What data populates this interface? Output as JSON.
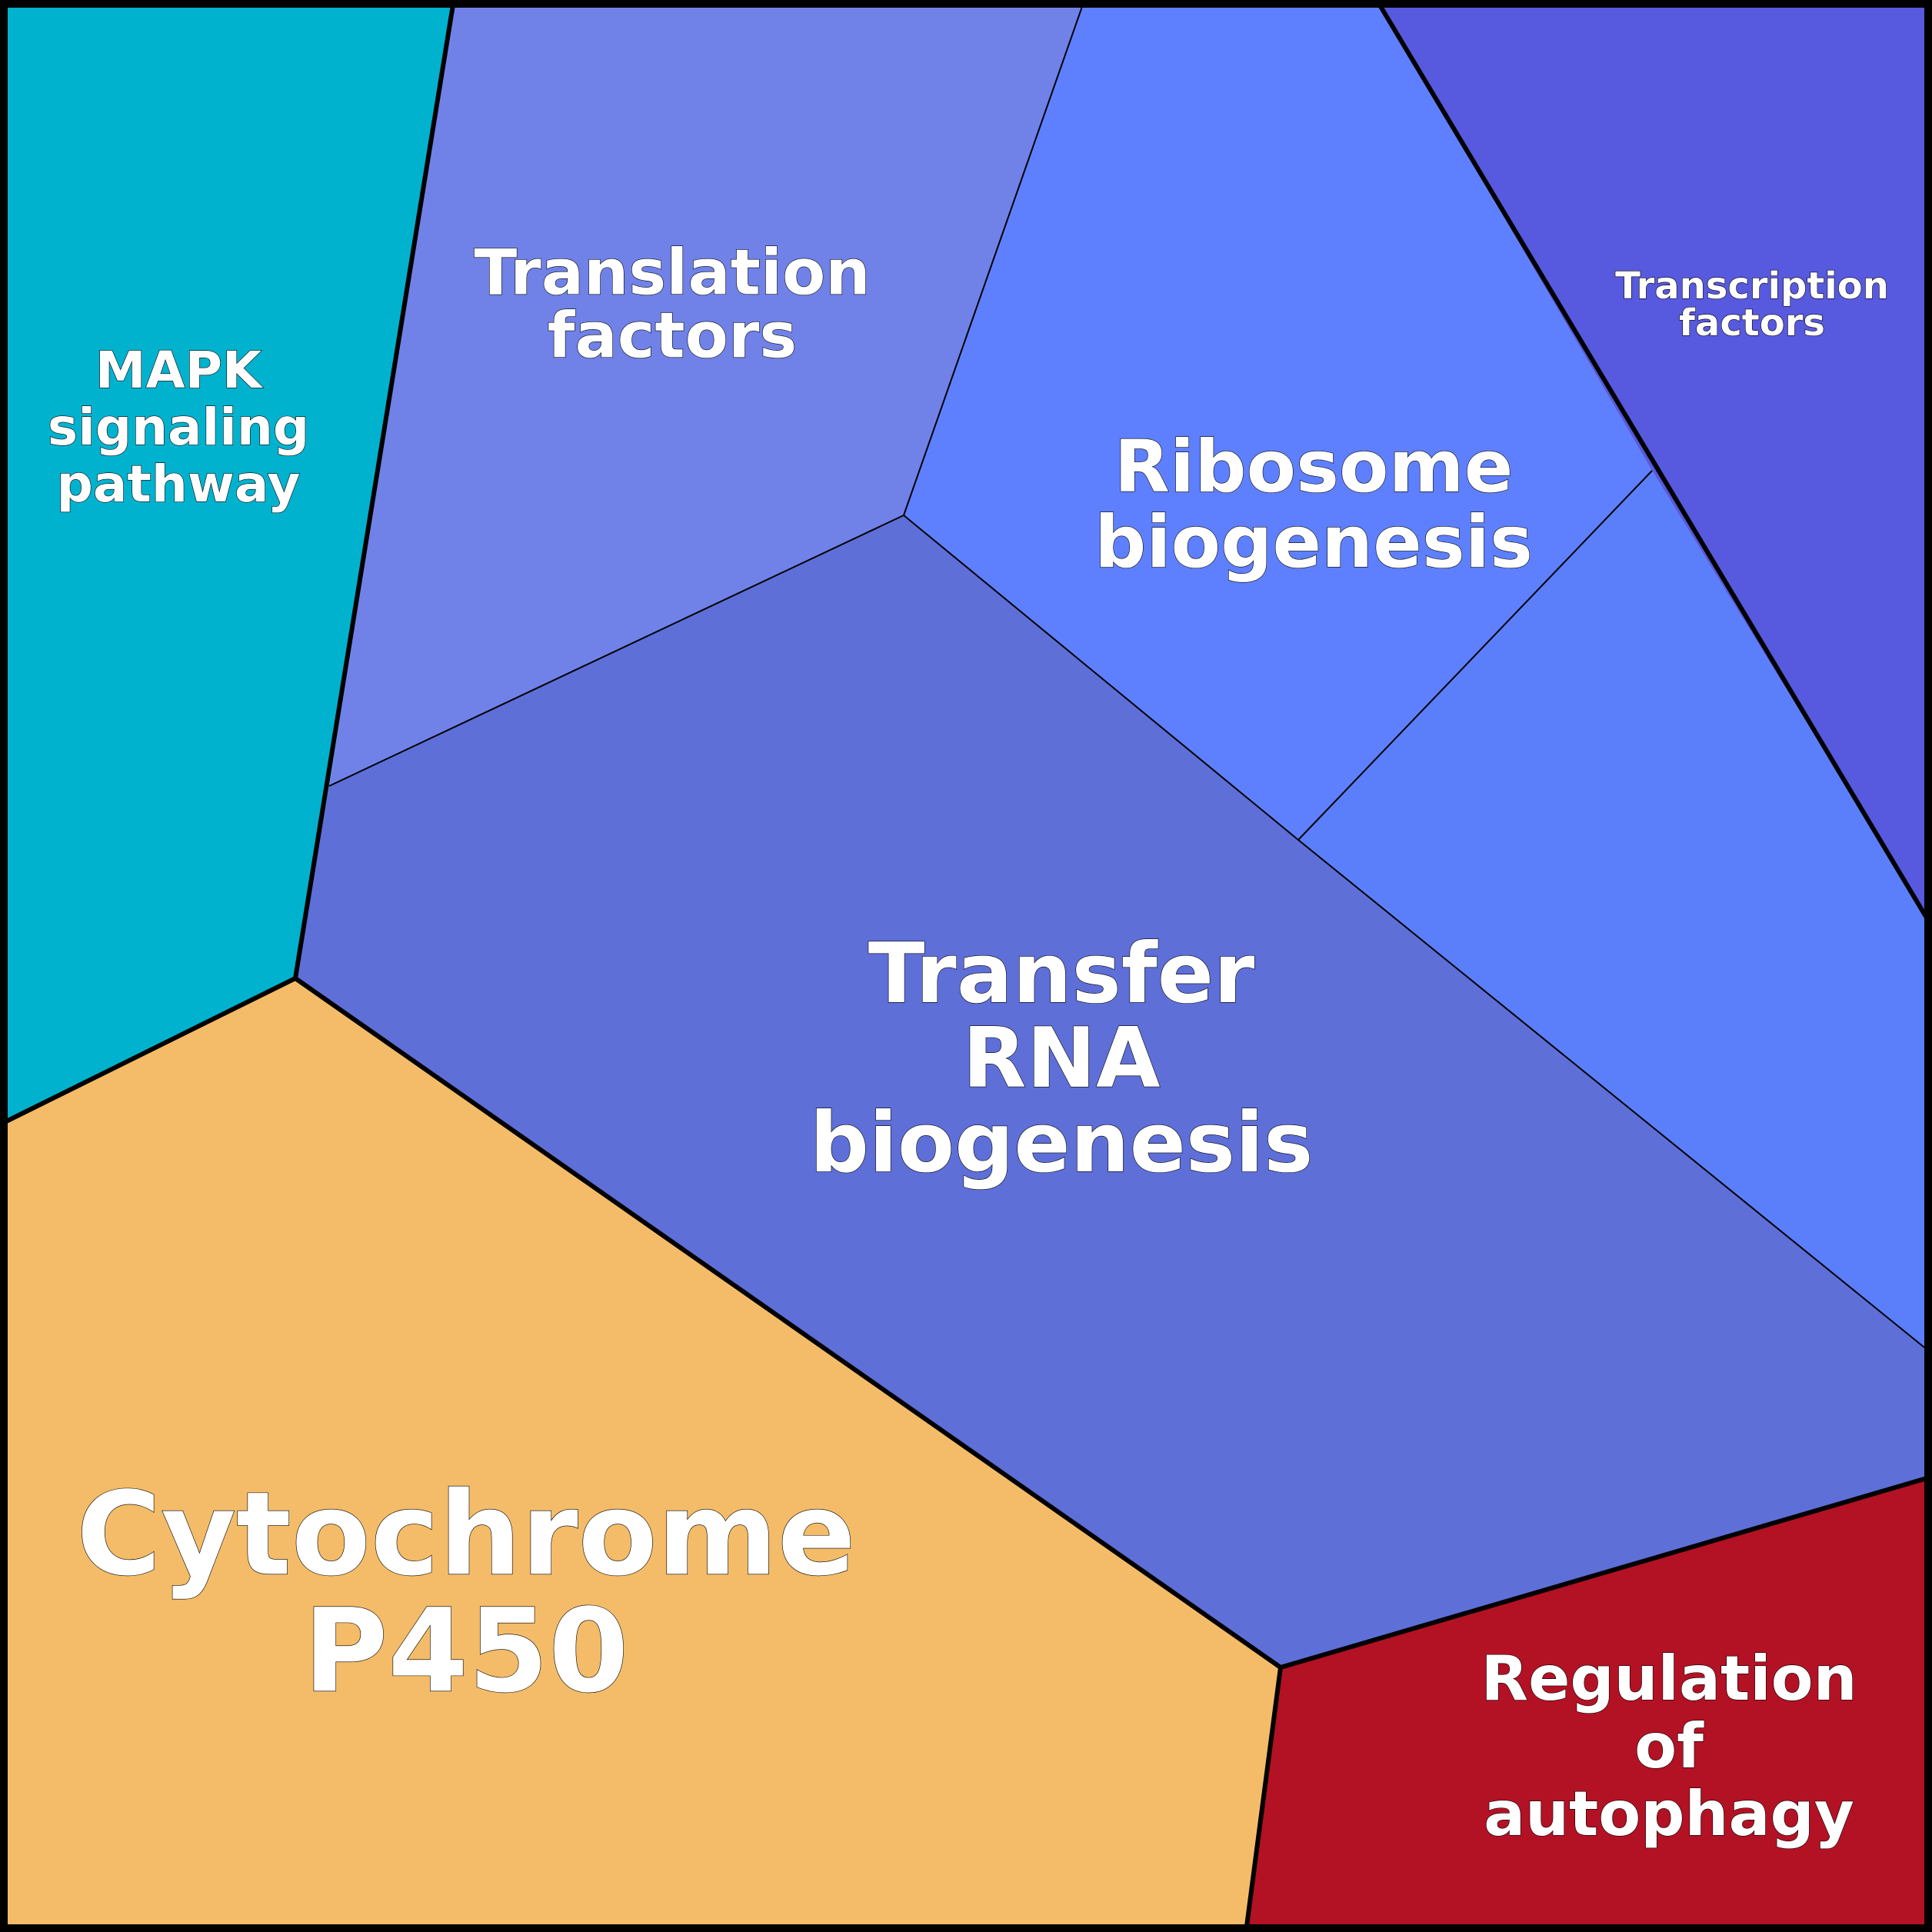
{
  "chart_data": {
    "type": "voronoi-treemap",
    "title": "",
    "cells": [
      {
        "id": "mapk",
        "label_lines": [
          "MAPK",
          "signaling",
          "pathway"
        ],
        "color": "#00B2CE",
        "group": "signaling"
      },
      {
        "id": "translation",
        "label_lines": [
          "Translation",
          "factors"
        ],
        "color": "#7082E8",
        "group": "protein"
      },
      {
        "id": "ribosome",
        "label_lines": [
          "Ribosome",
          "biogenesis"
        ],
        "color": "#5E80FF",
        "group": "protein"
      },
      {
        "id": "ribosome_sub",
        "label_lines": [],
        "color": "#5B7FFA",
        "group": "protein"
      },
      {
        "id": "transcription",
        "label_lines": [
          "Transcription",
          "factors"
        ],
        "color": "#5759DE",
        "group": "transcription"
      },
      {
        "id": "trna",
        "label_lines": [
          "Transfer",
          "RNA",
          "biogenesis"
        ],
        "color": "#5E6FD8",
        "group": "protein"
      },
      {
        "id": "cytochrome",
        "label_lines": [
          "Cytochrome",
          "P450"
        ],
        "color": "#F4BC69",
        "group": "metabolism"
      },
      {
        "id": "autophagy",
        "label_lines": [
          "Regulation",
          "of",
          "autophagy"
        ],
        "color": "#B31124",
        "group": "cellular"
      }
    ]
  }
}
